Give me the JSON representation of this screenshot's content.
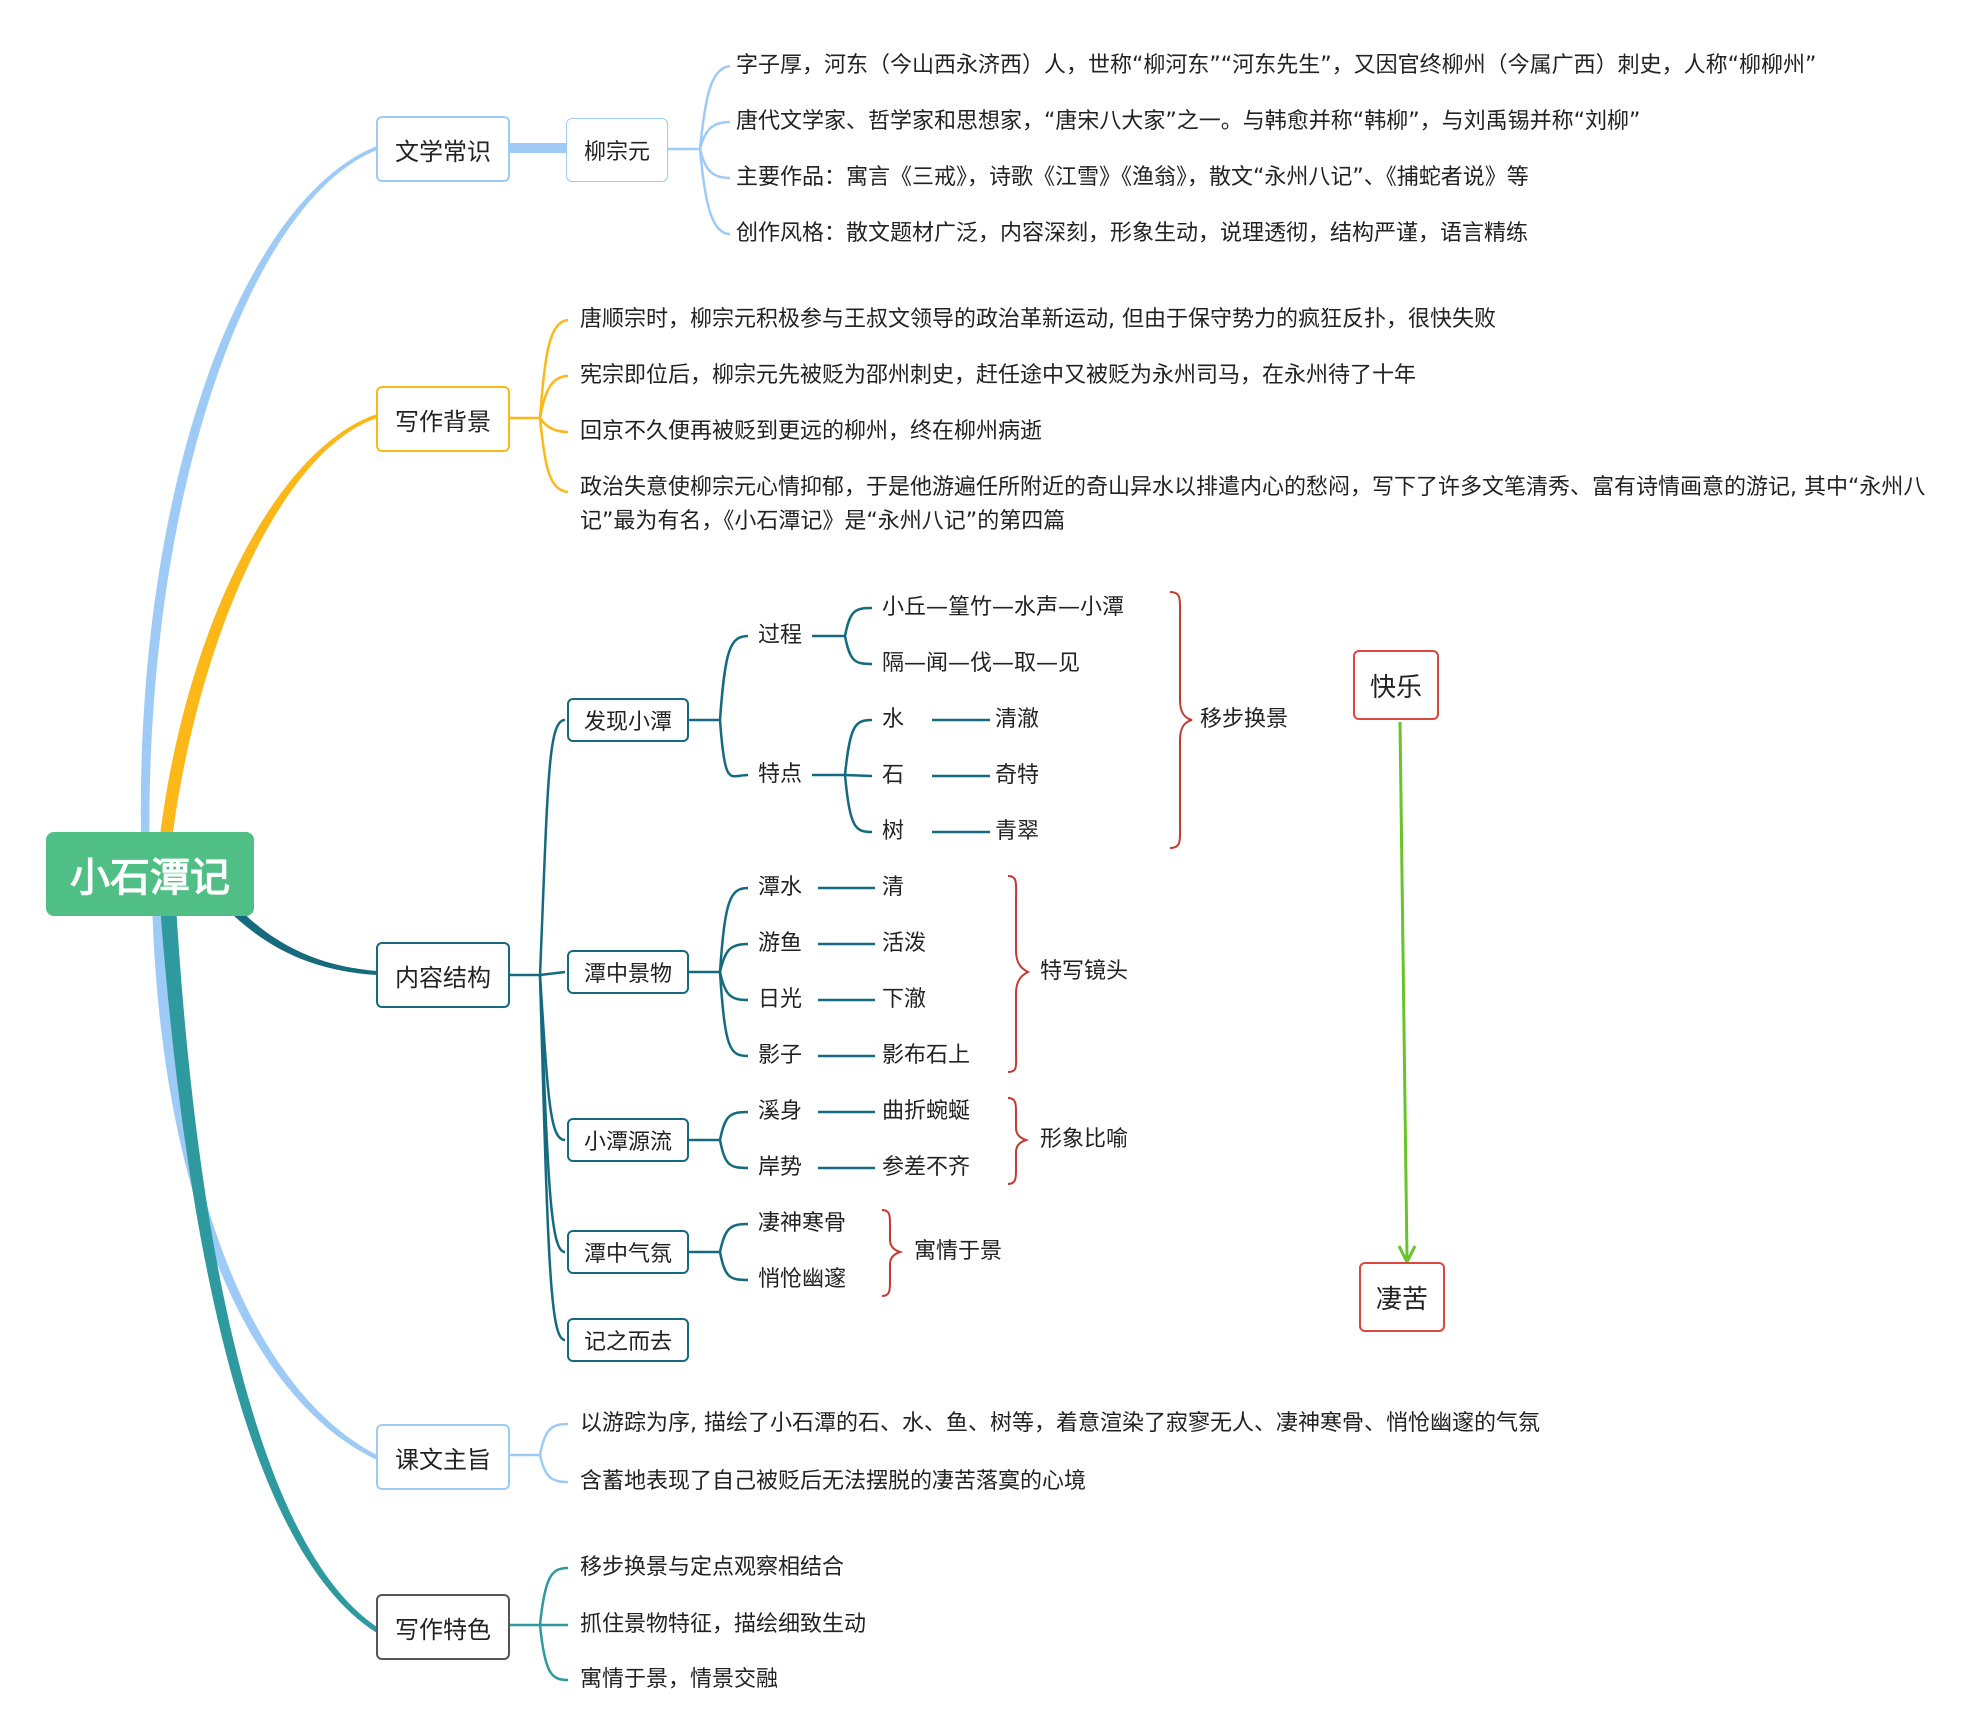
{
  "root": {
    "title": "小石潭记"
  },
  "colors": {
    "blue": "#9ecbf6",
    "gold": "#fbb818",
    "teal": "#156a7e",
    "teal2": "#2e9aa0",
    "red": "#c23a32",
    "green": "#68c42a",
    "root": "#4fbf85"
  },
  "literature": {
    "label": "文学常识",
    "author": "柳宗元",
    "facts": [
      "字子厚，河东（今山西永济西）人，世称“柳河东”“河东先生”，又因官终柳州（今属广西）刺史，人称“柳柳州”",
      "唐代文学家、哲学家和思想家，“唐宋八大家”之一。与韩愈并称“韩柳”，与刘禹锡并称“刘柳”",
      "主要作品：寓言《三戒》，诗歌《江雪》《渔翁》，散文“永州八记”、《捕蛇者说》等",
      "创作风格：散文题材广泛，内容深刻，形象生动，说理透彻，结构严谨，语言精练"
    ]
  },
  "background": {
    "label": "写作背景",
    "items": [
      "唐顺宗时，柳宗元积极参与王叔文领导的政治革新运动, 但由于保守势力的疯狂反扑，很快失败",
      "宪宗即位后，柳宗元先被贬为邵州刺史，赶任途中又被贬为永州司马，在永州待了十年",
      "回京不久便再被贬到更远的柳州，终在柳州病逝",
      "政治失意使柳宗元心情抑郁，于是他游遍任所附近的奇山异水以排遣内心的愁闷，写下了许多文笔清秀、富有诗情画意的游记, 其中“永州八记”最为有名，《小石潭记》是“永州八记”的第四篇"
    ]
  },
  "structure": {
    "label": "内容结构",
    "discover": {
      "label": "发现小潭",
      "process_label": "过程",
      "process": [
        "小丘—篁竹—水声—小潭",
        "隔—闻—伐—取—见"
      ],
      "features_label": "特点",
      "features": [
        {
          "k": "水",
          "v": "清澈"
        },
        {
          "k": "石",
          "v": "奇特"
        },
        {
          "k": "树",
          "v": "青翠"
        }
      ],
      "note": "移步换景"
    },
    "scene": {
      "label": "潭中景物",
      "pairs": [
        {
          "k": "潭水",
          "v": "清"
        },
        {
          "k": "游鱼",
          "v": "活泼"
        },
        {
          "k": "日光",
          "v": "下澈"
        },
        {
          "k": "影子",
          "v": "影布石上"
        }
      ],
      "note": "特写镜头"
    },
    "source": {
      "label": "小潭源流",
      "pairs": [
        {
          "k": "溪身",
          "v": "曲折蜿蜒"
        },
        {
          "k": "岸势",
          "v": "参差不齐"
        }
      ],
      "note": "形象比喻"
    },
    "atmosphere": {
      "label": "潭中气氛",
      "items": [
        "凄神寒骨",
        "悄怆幽邃"
      ],
      "note": "寓情于景"
    },
    "leave": {
      "label": "记之而去"
    },
    "emotion": {
      "from": "快乐",
      "to": "凄苦"
    }
  },
  "theme": {
    "label": "课文主旨",
    "items": [
      "以游踪为序, 描绘了小石潭的石、水、鱼、树等，着意渲染了寂寥无人、凄神寒骨、悄怆幽邃的气氛",
      "含蓄地表现了自己被贬后无法摆脱的凄苦落寞的心境"
    ]
  },
  "features": {
    "label": "写作特色",
    "items": [
      "移步换景与定点观察相结合",
      "抓住景物特征，描绘细致生动",
      "寓情于景，情景交融"
    ]
  }
}
